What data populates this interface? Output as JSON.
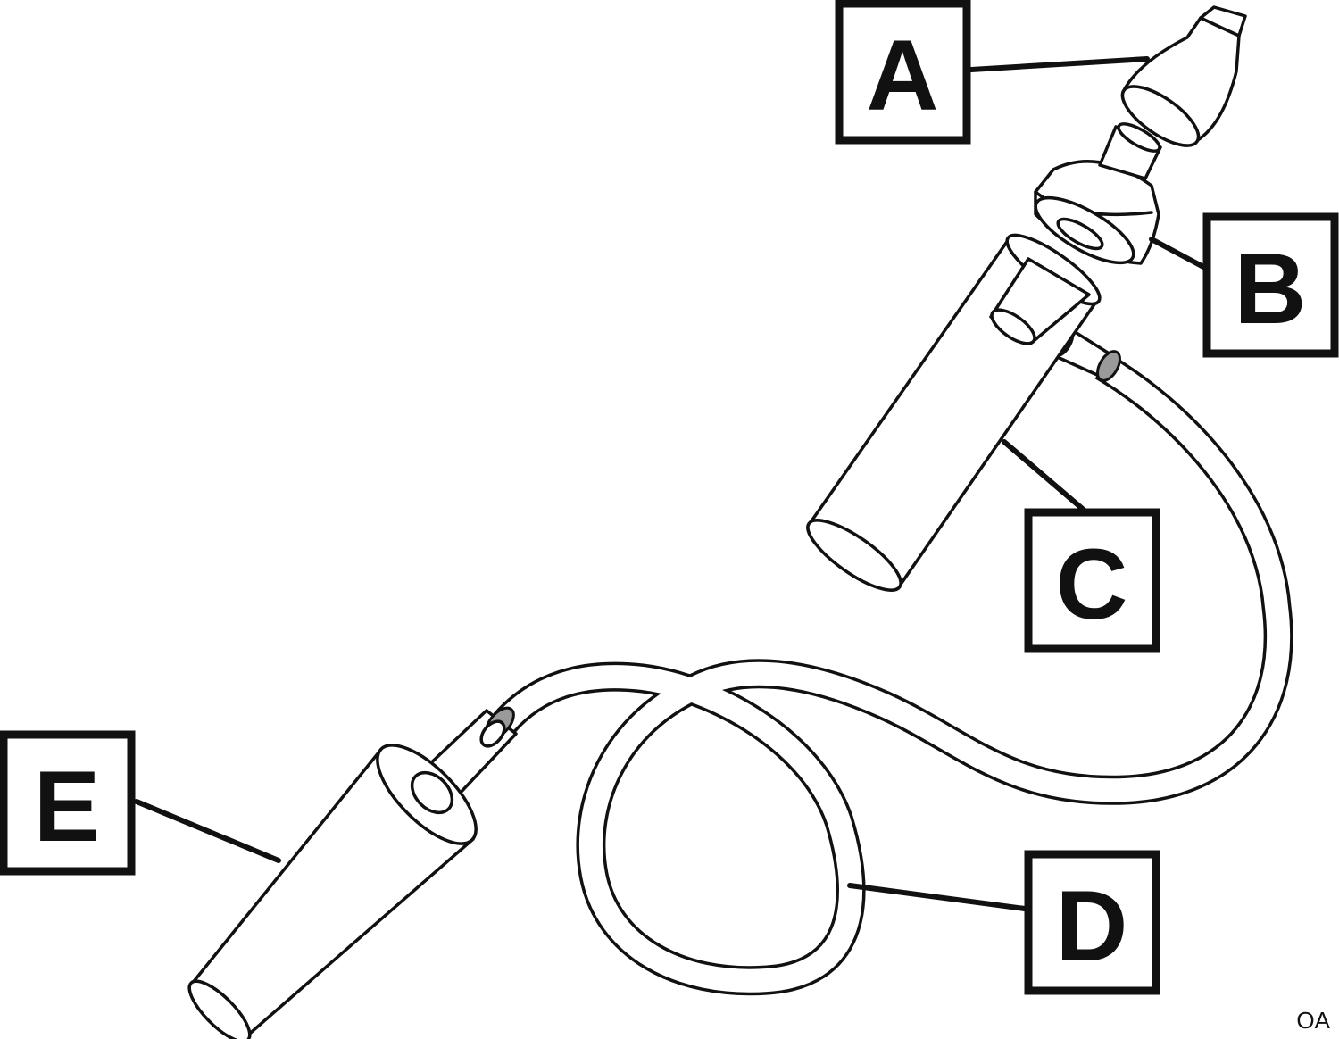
{
  "labels": {
    "a": "A",
    "b": "B",
    "c": "C",
    "d": "D",
    "e": "E"
  },
  "credit": "OA",
  "colors": {
    "ink": "#111111",
    "paper": "#ffffff",
    "connector_band": "#9a9a9a"
  }
}
